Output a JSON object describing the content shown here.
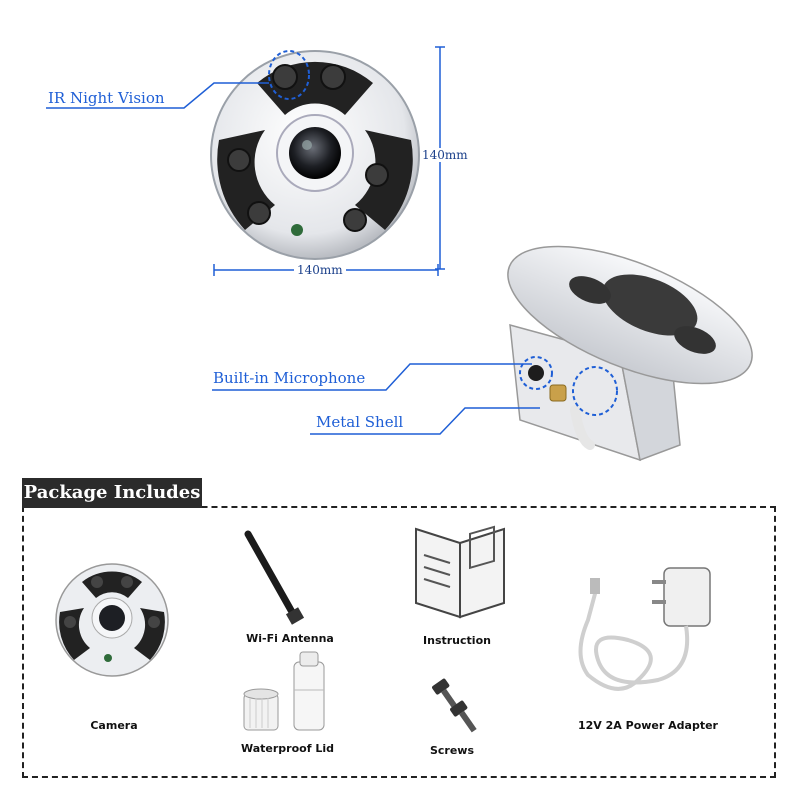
{
  "callouts": {
    "ir_night_vision": "IR Night Vision",
    "built_in_microphone": "Built-in Microphone",
    "metal_shell": "Metal Shell"
  },
  "dimensions": {
    "height": "140mm",
    "width": "140mm"
  },
  "package": {
    "title": "Package Includes",
    "items": {
      "camera": "Camera",
      "wifi_antenna": "Wi-Fi Antenna",
      "instruction": "Instruction",
      "power_adapter": "12V 2A Power Adapter",
      "waterproof_lid": "Waterproof Lid",
      "screws": "Screws"
    }
  },
  "colors": {
    "callout": "#1f5fd6",
    "panel": "#2b2b2b"
  }
}
